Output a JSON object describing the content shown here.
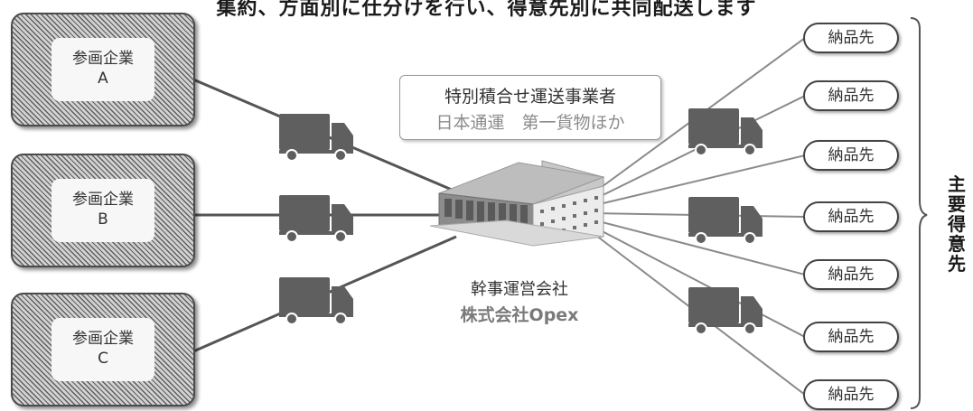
{
  "heading": "集約、方面別に仕分けを行い、得意先別に共同配送します",
  "participants": [
    {
      "line1": "参画企業",
      "line2": "A"
    },
    {
      "line1": "参画企業",
      "line2": "B"
    },
    {
      "line1": "参画企業",
      "line2": "C"
    }
  ],
  "carrier": {
    "title": "特別積合せ運送事業者",
    "companies": "日本通運　第一貨物ほか"
  },
  "operator": {
    "role": "幹事運営会社",
    "name": "株式会社Opex"
  },
  "destinations": [
    "納品先",
    "納品先",
    "納品先",
    "納品先",
    "納品先",
    "納品先",
    "納品先"
  ],
  "main_customers_label": [
    "主",
    "要",
    "得",
    "意",
    "先"
  ],
  "colors": {
    "truck": "#5f5f5f",
    "line": "#555555",
    "hatch": "#5e5e5e"
  },
  "icons": [
    "truck-icon",
    "warehouse-icon",
    "brace-icon"
  ]
}
